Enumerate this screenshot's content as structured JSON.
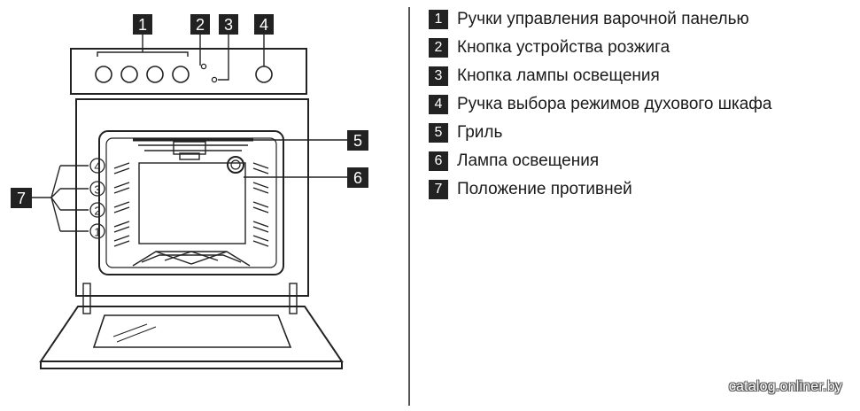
{
  "callouts": {
    "c1": "1",
    "c2": "2",
    "c3": "3",
    "c4": "4",
    "c5": "5",
    "c6": "6",
    "c7": "7"
  },
  "positions": {
    "p1": "1",
    "p2": "2",
    "p3": "3",
    "p4": "4"
  },
  "legend": [
    {
      "num": "1",
      "text": "Ручки управления варочной панелью"
    },
    {
      "num": "2",
      "text": "Кнопка устройства розжига"
    },
    {
      "num": "3",
      "text": "Кнопка лампы освещения"
    },
    {
      "num": "4",
      "text": "Ручка выбора режимов духового шкафа"
    },
    {
      "num": "5",
      "text": "Гриль"
    },
    {
      "num": "6",
      "text": "Лампа освещения"
    },
    {
      "num": "7",
      "text": "Положение противней"
    }
  ],
  "watermark": "catalog.onliner.by",
  "colors": {
    "ink": "#222222",
    "background": "#ffffff"
  }
}
